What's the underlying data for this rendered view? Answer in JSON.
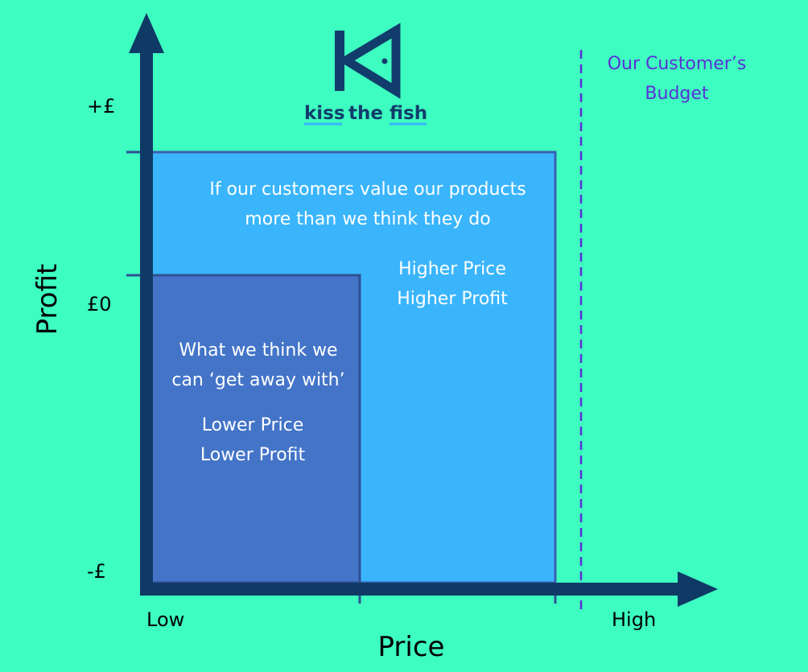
{
  "colors": {
    "background": "#3dfec0",
    "axis": "#0f3a66",
    "box_outer_fill": "#3ab5fc",
    "box_outer_stroke": "#3b5fb0",
    "box_inner_fill": "#4374c8",
    "box_inner_stroke": "#2f4f93",
    "budget_line": "#5b2fd6",
    "logo": "#123c6c",
    "text_light": "#ffffff",
    "text_dark": "#000000"
  },
  "logo": {
    "word1": "kiss",
    "word2": "the",
    "word3": "fish"
  },
  "axes": {
    "y_title": "Profit",
    "x_title": "Price",
    "y_ticks": [
      "+£",
      "£0",
      "-£"
    ],
    "x_low": "Low",
    "x_high": "High"
  },
  "budget": {
    "line1": "Our Customer’s",
    "line2": "Budget"
  },
  "outer_box": {
    "line1": "If our customers value our products",
    "line2": "more than we think they do",
    "line3": "Higher Price",
    "line4": "Higher Profit"
  },
  "inner_box": {
    "line1": "What we think we",
    "line2": "can ‘get away with’",
    "line3": "Lower Price",
    "line4": "Lower Profit"
  }
}
